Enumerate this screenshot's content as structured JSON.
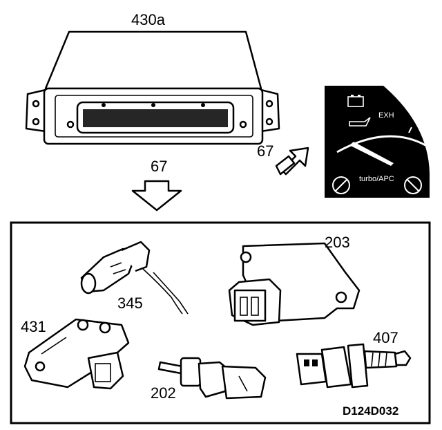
{
  "diagram": {
    "ecu_label": "430a",
    "arrow_down_label": "67",
    "arrow_diag_label": "67",
    "gauge": {
      "exh_label": "EXH",
      "turbo_label": "turbo/APC"
    },
    "sensors": {
      "label_203": "203",
      "label_345": "345",
      "label_431": "431",
      "label_407": "407",
      "label_202": "202"
    },
    "figure_code": "D124D032"
  }
}
